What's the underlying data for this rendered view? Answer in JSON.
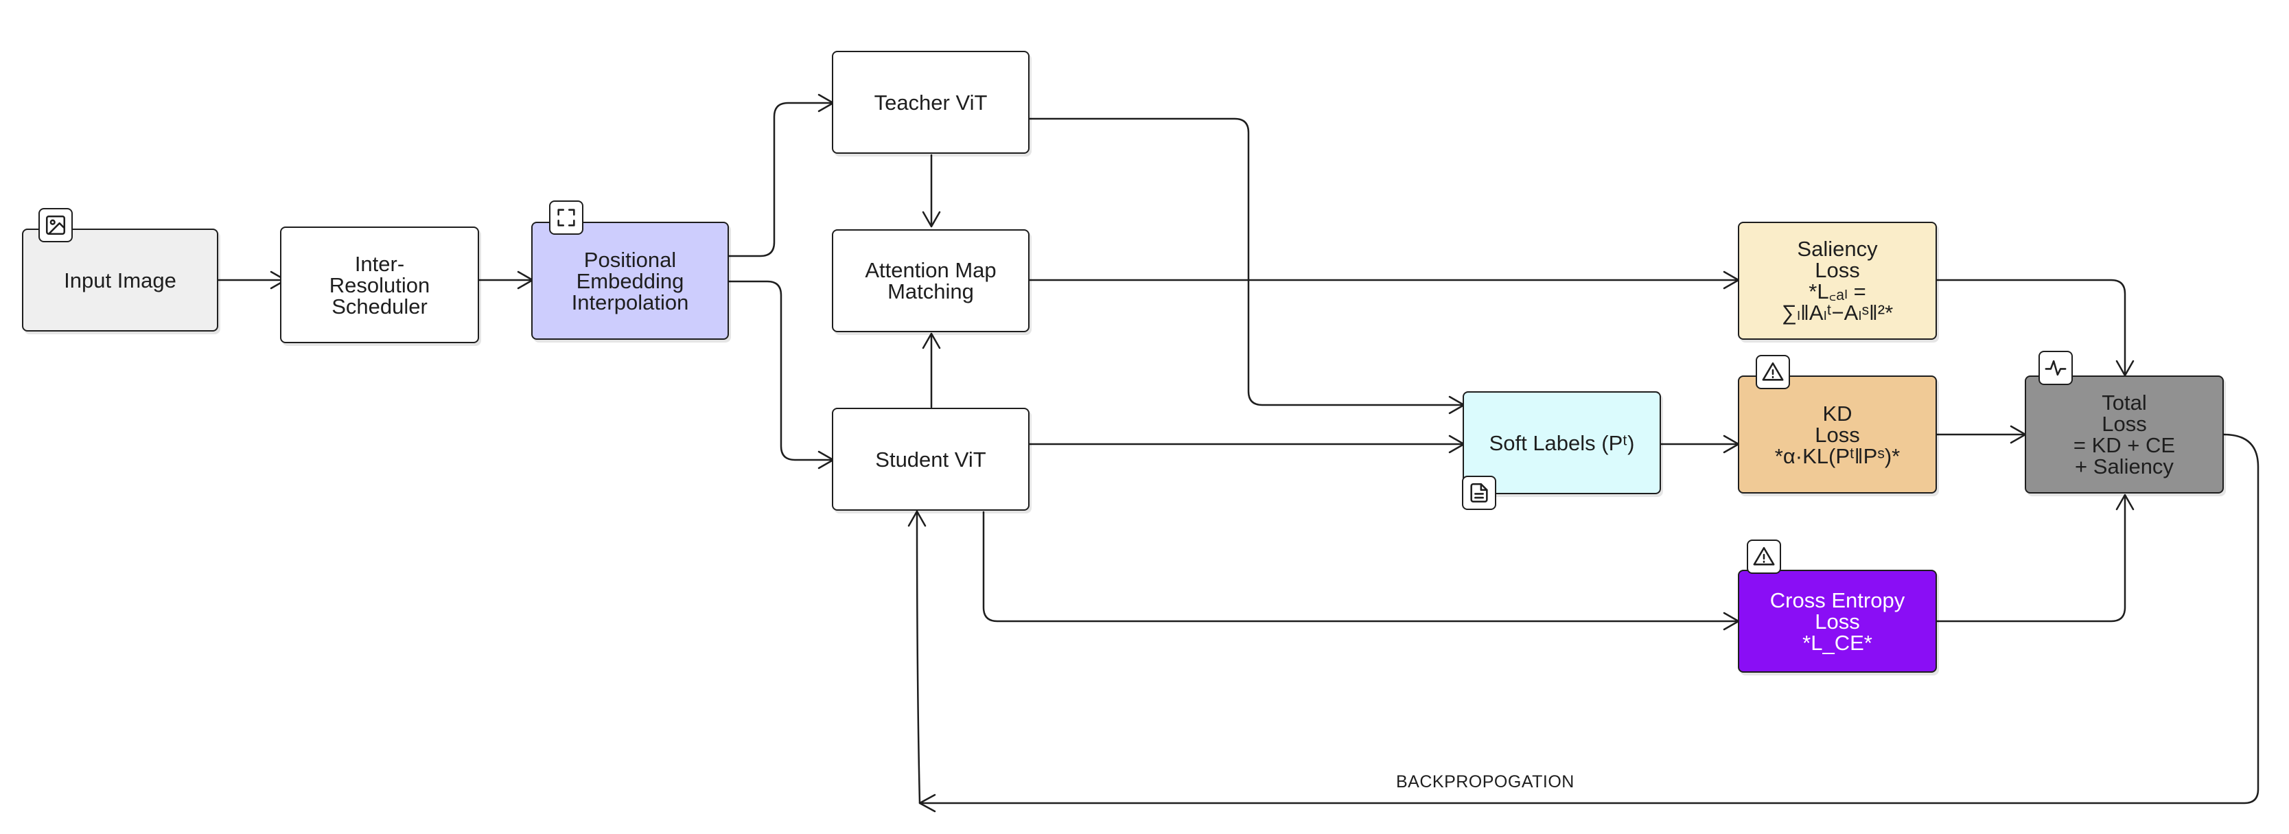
{
  "nodes": {
    "input_image": {
      "lines": [
        "Input Image"
      ],
      "fill": "#efefef"
    },
    "scheduler": {
      "lines": [
        "Inter-",
        "Resolution",
        "Scheduler"
      ],
      "fill": "#ffffff"
    },
    "pos_embed": {
      "lines": [
        "Positional",
        "Embedding",
        "Interpolation"
      ],
      "fill": "#cdcdfd"
    },
    "teacher": {
      "lines": [
        "Teacher ViT"
      ],
      "fill": "#ffffff"
    },
    "attention": {
      "lines": [
        "Attention Map",
        "Matching"
      ],
      "fill": "#ffffff"
    },
    "student": {
      "lines": [
        "Student ViT"
      ],
      "fill": "#ffffff"
    },
    "soft_labels": {
      "lines": [
        "Soft Labels (Pᵗ)"
      ],
      "fill": "#dbfbfd"
    },
    "saliency": {
      "lines": [
        "Saliency",
        "Loss",
        "*L꜀ₐₗ =",
        "∑ₗ‖Aₗᵗ−Aₗˢ‖²*"
      ],
      "fill": "#faedc9"
    },
    "kd": {
      "lines": [
        "KD",
        "Loss",
        "*α·KL(Pᵗ‖Pˢ)*"
      ],
      "fill": "#f0ca96"
    },
    "ce": {
      "lines": [
        "Cross Entropy",
        "Loss",
        "*L_CE*"
      ],
      "fill": "#8a0ef5"
    },
    "total": {
      "lines": [
        "Total",
        "Loss",
        "= KD + CE",
        "+ Saliency"
      ],
      "fill": "#919191"
    }
  },
  "edge_label": "BACKPROPOGATION",
  "icons": {
    "input_image": "image-icon",
    "pos_embed": "expand-icon",
    "soft_labels": "document-icon",
    "kd": "warning-icon",
    "ce": "warning-icon",
    "total": "activity-icon"
  },
  "colors": {
    "stroke": "#1e1e1e",
    "ce_text": "#ffffff"
  }
}
